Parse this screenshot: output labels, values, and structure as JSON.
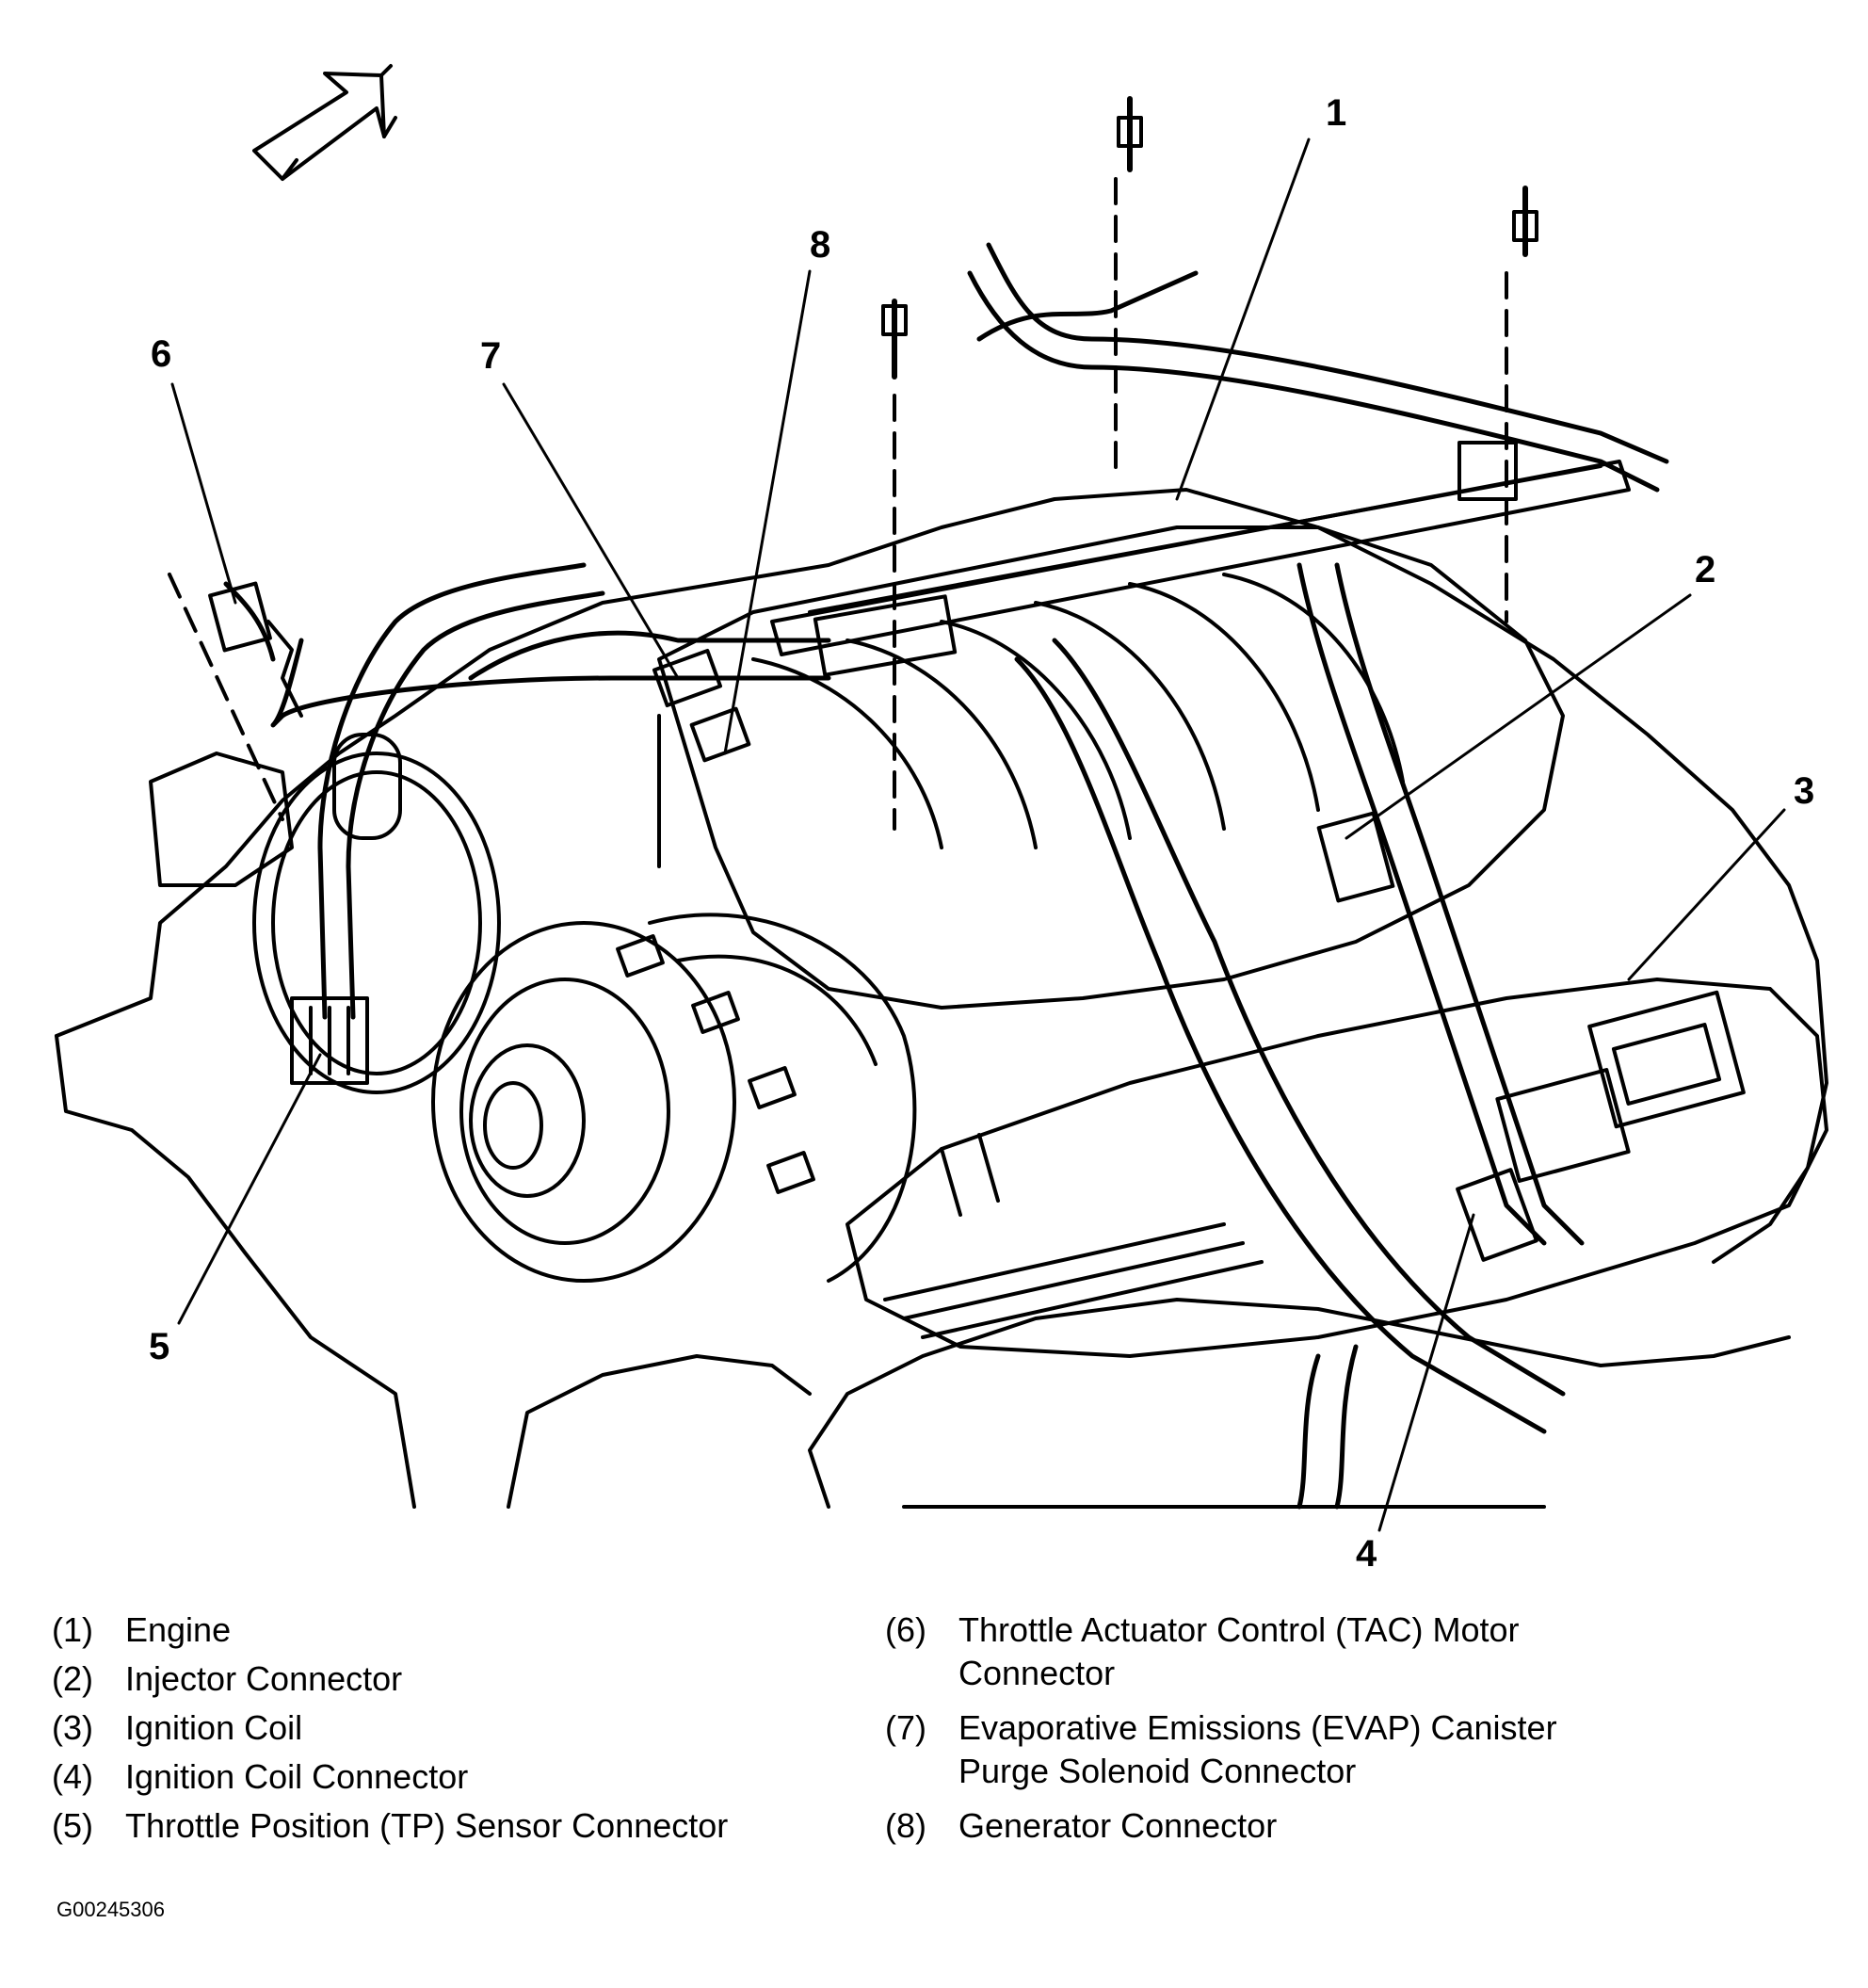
{
  "callouts": {
    "c1": "1",
    "c2": "2",
    "c3": "3",
    "c4": "4",
    "c5": "5",
    "c6": "6",
    "c7": "7",
    "c8": "8"
  },
  "legend": {
    "left": [
      {
        "num": "(1)",
        "text": "Engine"
      },
      {
        "num": "(2)",
        "text": "Injector Connector"
      },
      {
        "num": "(3)",
        "text": "Ignition Coil"
      },
      {
        "num": "(4)",
        "text": "Ignition Coil Connector"
      },
      {
        "num": "(5)",
        "text": "Throttle Position (TP) Sensor Connector"
      }
    ],
    "right": [
      {
        "num": "(6)",
        "text": "Throttle Actuator Control (TAC) Motor",
        "text2": "Connector"
      },
      {
        "num": "(7)",
        "text": "Evaporative Emissions (EVAP) Canister",
        "text2": "Purge Solenoid Connector"
      },
      {
        "num": "(8)",
        "text": "Generator Connector"
      }
    ]
  },
  "figure_id": "G00245306",
  "colors": {
    "line": "#000000",
    "background": "#ffffff"
  }
}
